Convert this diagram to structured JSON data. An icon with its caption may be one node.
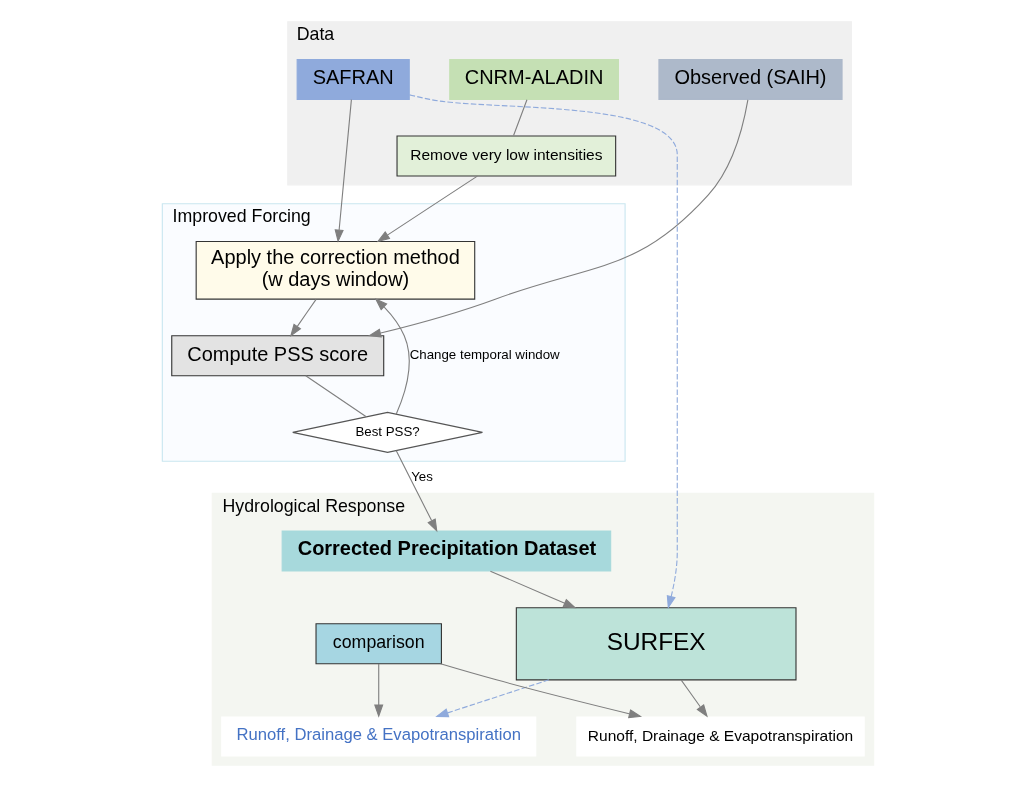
{
  "diagram": {
    "nodes": [
      {
        "text": [
          "Data"
        ]
      },
      {
        "text": [
          "Observed (SAIH)"
        ],
        "in": 0
      },
      {
        "text": [
          "CNRM-ALADIN"
        ],
        "in": 0
      },
      {
        "text": [
          "SAFRAN"
        ],
        "in": 0
      },
      {
        "text": [
          "Remove very low intensities"
        ],
        "in": 0
      },
      {
        "text": [
          "Improved Forcing"
        ]
      },
      {
        "text": [
          "Apply the correction method",
          "(w days window)"
        ],
        "in": 5
      },
      {
        "text": [
          "Compute PSS score"
        ],
        "in": 5
      },
      {
        "text": [
          "Best PSS?"
        ],
        "in": 5
      },
      {
        "text": [
          "Hydrological Response"
        ]
      },
      {
        "text": [
          "Corrected Precipitation Dataset"
        ],
        "in": 9
      },
      {
        "text": [
          "SURFEX"
        ],
        "in": 9
      },
      {
        "text": [
          "Runoff, Drainage & Evapotranspiration"
        ],
        "in": 9
      },
      {
        "text": [
          "Runoff, Drainage & Evapotranspiration"
        ],
        "in": 9
      },
      {
        "text": [
          "comparison"
        ],
        "in": 9
      }
    ],
    "edges": [
      {
        "from": 2,
        "to": 4,
        "arrow": "none"
      },
      {
        "from": 4,
        "to": 6,
        "arrow": "to"
      },
      {
        "from": 3,
        "to": 6,
        "arrow": "to"
      },
      {
        "from": 1,
        "to": 7,
        "arrow": "to"
      },
      {
        "from": 6,
        "to": 7,
        "arrow": "to"
      },
      {
        "from": 7,
        "to": 8,
        "arrow": "none"
      },
      {
        "from": 8,
        "to": 6,
        "arrow": "to",
        "label": "Change temporal window"
      },
      {
        "from": 8,
        "to": 10,
        "arrow": "to",
        "label": "Yes"
      },
      {
        "from": 10,
        "to": 11,
        "arrow": "to"
      },
      {
        "from": 3,
        "to": 11,
        "arrow": "to",
        "style": "dashed",
        "color": "#8faadc"
      },
      {
        "from": 11,
        "to": 12,
        "arrow": "to",
        "style": "dashed",
        "color": "#8faadc"
      },
      {
        "from": 11,
        "to": 13,
        "arrow": "to"
      },
      {
        "from": 14,
        "to": 12,
        "arrow": "to"
      },
      {
        "from": 14,
        "to": 13,
        "arrow": "to"
      }
    ]
  }
}
